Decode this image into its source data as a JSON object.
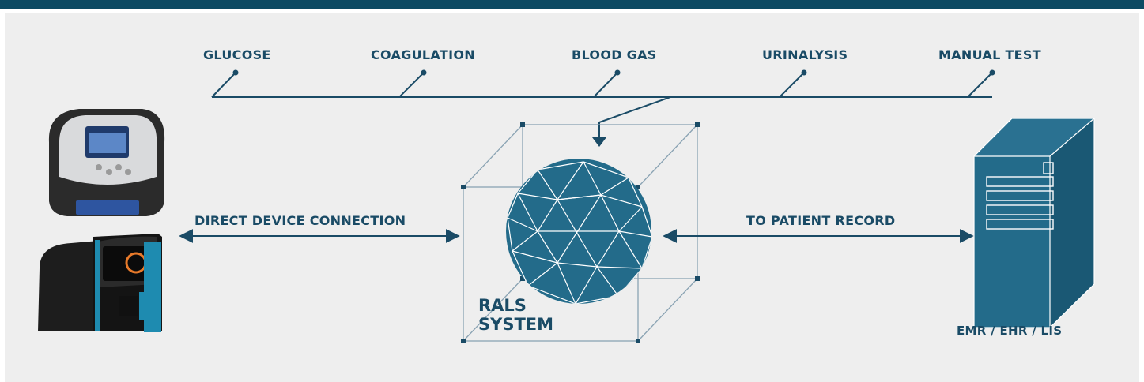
{
  "categories": [
    {
      "id": "glucose",
      "label": "GLUCOSE"
    },
    {
      "id": "coagulation",
      "label": "COAGULATION"
    },
    {
      "id": "blood-gas",
      "label": "BLOOD GAS"
    },
    {
      "id": "urinalysis",
      "label": "URINALYSIS"
    },
    {
      "id": "manual-test",
      "label": "MANUAL TEST"
    }
  ],
  "connections": {
    "direct": "DIRECT DEVICE CONNECTION",
    "patient": "TO PATIENT RECORD"
  },
  "center": {
    "line1": "RALS",
    "line2": "SYSTEM"
  },
  "server": {
    "label": "EMR / EHR / LIS"
  },
  "colors": {
    "primary": "#1a4b66",
    "accent": "#2a7191",
    "header": "#0c4a63",
    "background": "#eeeeee"
  }
}
